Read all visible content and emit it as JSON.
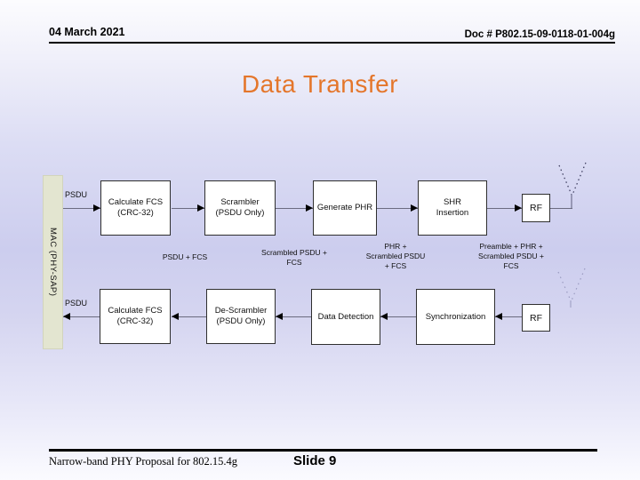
{
  "header": {
    "date": "04 March 2021",
    "doc_number": "Doc # P802.15-09-0118-01-004g"
  },
  "title": "Data Transfer",
  "diagram": {
    "mac_label": "MAC (PHY-SAP)",
    "tx_input_label": "PSDU",
    "rx_output_label": "PSDU",
    "tx_boxes": [
      {
        "label": "Calculate FCS\n(CRC-32)"
      },
      {
        "label": "Scrambler\n(PSDU Only)"
      },
      {
        "label": "Generate PHR"
      },
      {
        "label": "SHR\nInsertion"
      },
      {
        "label": "RF"
      }
    ],
    "rx_boxes": [
      {
        "label": "Calculate FCS\n(CRC-32)"
      },
      {
        "label": "De-Scrambler\n(PSDU Only)"
      },
      {
        "label": "Data Detection"
      },
      {
        "label": "Synchronization"
      },
      {
        "label": "RF"
      }
    ],
    "signal_labels": [
      "PSDU + FCS",
      "Scrambled PSDU +\nFCS",
      "PHR +\nScrambled PSDU\n+ FCS",
      "Preamble + PHR +\nScrambled PSDU +\nFCS"
    ]
  },
  "footer": {
    "left": "Narrow-band PHY Proposal for 802.15.4g",
    "slide": "Slide 9"
  },
  "colors": {
    "title": "#E4762B",
    "mac_bar": "#E3E5D0",
    "box_fill": "#FFFFFF",
    "box_border": "#2F2F2F",
    "connector": "#6B6B80",
    "arrowhead": "#000000"
  }
}
